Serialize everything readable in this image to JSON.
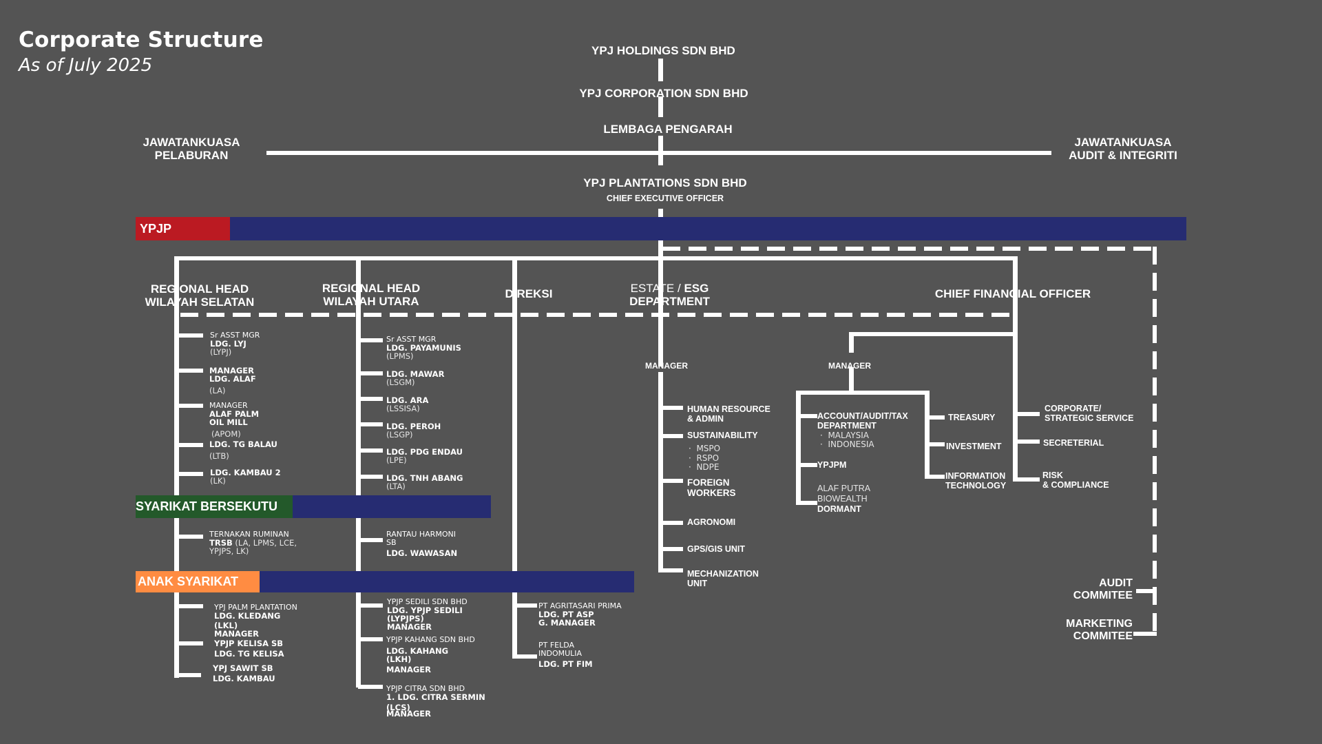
{
  "header": {
    "title": "Corporate Structure",
    "subtitle": "As of July 2025"
  },
  "top_chain": {
    "holdings": "YPJ HOLDINGS SDN BHD",
    "corporation": "YPJ CORPORATION SDN BHD",
    "board": "LEMBAGA PENGARAH",
    "plantations": "YPJ PLANTATIONS SDN BHD",
    "ceo": "CHIEF EXECUTIVE OFFICER"
  },
  "committees": {
    "left": [
      "JAWATANKUASA",
      "PELABURAN"
    ],
    "right": [
      "JAWATANKUASA",
      "AUDIT & INTEGRITI"
    ],
    "audit": [
      "AUDIT",
      "COMMITEE"
    ],
    "marketing": [
      "MARKETING",
      "COMMITEE"
    ]
  },
  "bands": {
    "ypjp": {
      "label": "YPJP",
      "color": "#bb1a22"
    },
    "bersekutu": {
      "label": "SYARIKAT BERSEKUTU",
      "color": "#23592a"
    },
    "anak": {
      "label": "ANAK SYARIKAT",
      "color": "#ff8c42"
    },
    "fill_color": "#262c72"
  },
  "divisions": {
    "selatan": [
      "REGIONAL HEAD",
      "WILAYAH SELATAN"
    ],
    "utara": [
      "REGIONAL HEAD",
      "WILAYAH UTARA"
    ],
    "direksi": "DIREKSI",
    "estate": {
      "light": "ESTATE / ",
      "bold": "ESG",
      "line2": "DEPARTMENT"
    },
    "cfo": "CHIEF FINANCIAL  OFFICER"
  },
  "selatan_estates": [
    {
      "l1": "Sr ASST MGR",
      "l2": "LDG. LYJ",
      "l3": "(LYPJ)"
    },
    {
      "l1": "MANAGER",
      "l2": "LDG. ALAF",
      "l3": "(LA)"
    },
    {
      "l1": "MANAGER",
      "l2": "ALAF PALM",
      "l2b": "OIL MILL",
      "l3": "(APOM)"
    },
    {
      "l2": "LDG. TG BALAU",
      "l3": "(LTB)"
    },
    {
      "l2": "LDG. KAMBAU 2",
      "l3": "(LK)"
    }
  ],
  "utara_estates": [
    {
      "l1": "Sr ASST MGR",
      "l2": "LDG. PAYAMUNIS",
      "l3": "(LPMS)"
    },
    {
      "l2": "LDG. MAWAR",
      "l3": "(LSGM)"
    },
    {
      "l2": "LDG. ARA",
      "l3": "(LSSISA)"
    },
    {
      "l2": "LDG. PEROH",
      "l3": "(LSGP)"
    },
    {
      "l2": "LDG. PDG ENDAU",
      "l3": "(LPE)"
    },
    {
      "l2": "LDG. TNH ABANG",
      "l3": "(LTA)"
    }
  ],
  "bersekutu_items": {
    "selatan": {
      "l1": "TERNAKAN RUMINAN",
      "l2b": "TRSB",
      "l2": " (LA, LPMS, LCE,",
      "l3": "YPJPS, LK)"
    },
    "utara": {
      "l1": "RANTAU HARMONI",
      "l1b": "SB",
      "l2": "LDG. WAWASAN"
    }
  },
  "anak_items": {
    "selatan": [
      {
        "l1": "YPJ PALM PLANTATION",
        "l2": "LDG. KLEDANG",
        "l3": "(LKL)",
        "l4": "MANAGER"
      },
      {
        "l1": "YPJP KELISA SB",
        "l2": "LDG. TG KELISA"
      },
      {
        "l1": "YPJ SAWIT SB",
        "l2": "LDG. KAMBAU"
      }
    ],
    "utara": [
      {
        "l1": "YPJP SEDILI SDN BHD",
        "l2": "LDG. YPJP SEDILI",
        "l3": "(LYPJPS)",
        "l4": "MANAGER"
      },
      {
        "l1": "YPJP KAHANG SDN BHD",
        "l2": "LDG. KAHANG",
        "l3": "(LKH)",
        "l4": "MANAGER"
      },
      {
        "l1": "YPJP CITRA SDN BHD",
        "l2": "1. LDG. CITRA SERMIN",
        "l3": "(LCS)",
        "l4": "MANAGER"
      }
    ],
    "direksi": [
      {
        "l1": "PT AGRITASARI PRIMA",
        "l2": "LDG. PT ASP",
        "l3": "G. MANAGER"
      },
      {
        "l1": "PT FELDA",
        "l1b": "INDOMULIA",
        "l2": "LDG. PT FIM"
      }
    ]
  },
  "estate_dept": {
    "manager": "MANAGER",
    "units": [
      {
        "label": "HUMAN RESOURCE",
        "label2": "& ADMIN"
      },
      {
        "label": "SUSTAINABILITY",
        "bullets": [
          "MSPO",
          "RSPO",
          "NDPE"
        ]
      },
      {
        "label": "FOREIGN",
        "label2": "WORKERS"
      },
      {
        "label": "AGRONOMI"
      },
      {
        "label": "GPS/GIS UNIT"
      },
      {
        "label": "MECHANIZATION",
        "label2": "UNIT"
      }
    ]
  },
  "cfo_dept": {
    "manager": "MANAGER",
    "left_units": [
      {
        "label": "ACCOUNT/AUDIT/TAX",
        "label2": "DEPARTMENT",
        "bullets": [
          "MALAYSIA",
          "INDONESIA"
        ]
      },
      {
        "label": "YPJPM"
      },
      {
        "label": "ALAF PUTRA",
        "label2": "BIOWEALTH",
        "label3": "DORMANT"
      }
    ],
    "mid_units": [
      {
        "label": "TREASURY"
      },
      {
        "label": "INVESTMENT"
      },
      {
        "label": "INFORMATION",
        "label2": "TECHNOLOGY"
      }
    ],
    "right_units": [
      {
        "label": "CORPORATE/",
        "label2": "STRATEGIC SERVICE"
      },
      {
        "label": "SECRETERIAL"
      },
      {
        "label": "RISK",
        "label2": "& COMPLIANCE"
      }
    ]
  }
}
